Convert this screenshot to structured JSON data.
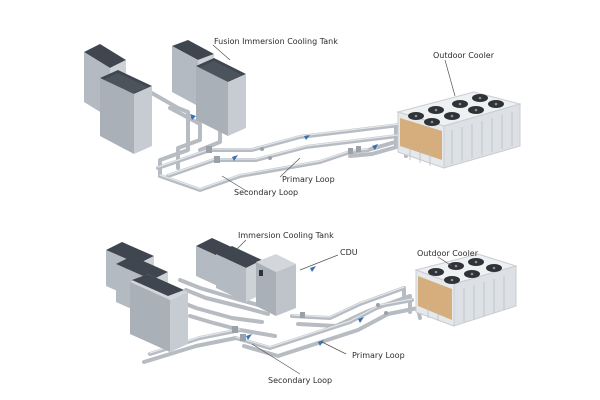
{
  "colors": {
    "background": "#ffffff",
    "pipe": "#b7bcc3",
    "pipe_highlight": "#e3e6ea",
    "flow_arrow": "#3a6fb0",
    "tank_front": "#a9b0b8",
    "tank_side": "#c7ccd2",
    "tank_top": "#3f4650",
    "cooler_frame": "#d6dade",
    "cooler_fan": "#2f3338",
    "cooler_coil": "#d2a36a",
    "label_text": "#2b2b2b",
    "leader_line": "#555555"
  },
  "top_system": {
    "labels": {
      "tank": "Fusion Immersion Cooling Tank",
      "cooler": "Outdoor Cooler",
      "primary_loop": "Primary Loop",
      "secondary_loop": "Secondary Loop"
    }
  },
  "bottom_system": {
    "labels": {
      "tank": "Immersion Cooling Tank",
      "cdu": "CDU",
      "cooler": "Outdoor Cooler",
      "primary_loop": "Primary Loop",
      "secondary_loop": "Secondary Loop"
    }
  }
}
